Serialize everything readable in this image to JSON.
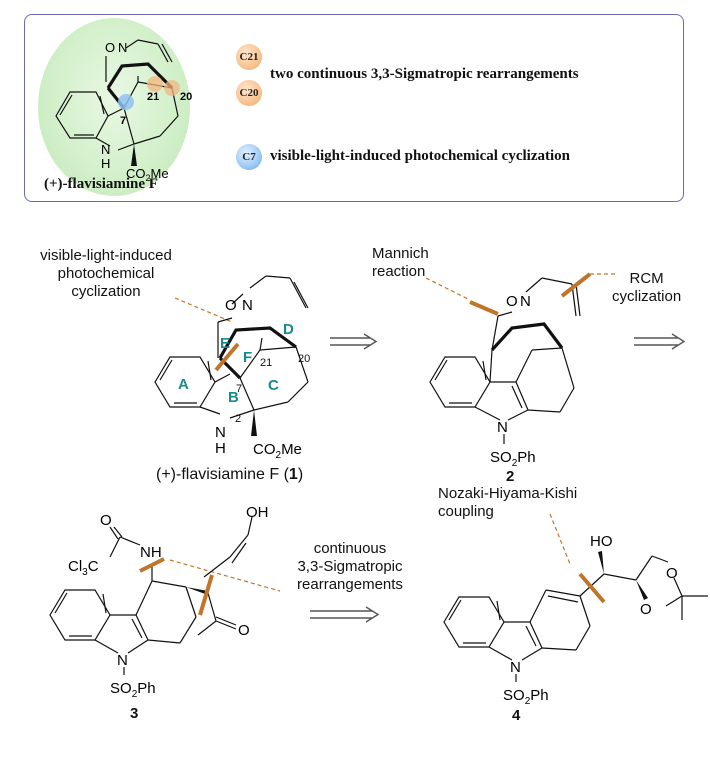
{
  "summary_panel": {
    "molecule_name": "(+)-flavisiamine F",
    "atom_labels": {
      "c7": "7",
      "c21": "21",
      "c20": "20"
    },
    "structure_labels": {
      "carbonyl_o": "O",
      "amine_n": "N",
      "nh_n": "N",
      "nh_h": "H",
      "ester": "CO2Me"
    },
    "highlights": [
      {
        "badge": "C21",
        "color": "#f3b580",
        "group": "sigmatropic"
      },
      {
        "badge": "C20",
        "color": "#f3b580",
        "group": "sigmatropic"
      },
      {
        "badge": "C7",
        "color": "#8fc2f2",
        "group": "photochemical"
      }
    ],
    "descriptions": {
      "sigmatropic": "two continuous 3,3-Sigmatropic rearrangements",
      "photochemical": "visible-light-induced photochemical cyclization"
    },
    "colors": {
      "border": "#6b6bb0",
      "halo": "#cfeec6",
      "orange": "#f3b580",
      "blue": "#8fc2f2"
    }
  },
  "scheme": {
    "compound_1": {
      "name_prefix": "(+)-flavisiamine F (",
      "number": "1",
      "name_suffix": ")",
      "annotation": [
        "visible-light-induced",
        "photochemical",
        "cyclization"
      ],
      "ring_labels": [
        "A",
        "B",
        "C",
        "D",
        "E",
        "F"
      ],
      "atom_labels": {
        "c2": "2",
        "c7": "7",
        "c20": "20",
        "c21": "21"
      },
      "ring_label_color": "#1a8a8a"
    },
    "compound_2": {
      "number": "2",
      "annotation_left": [
        "Mannich",
        "reaction"
      ],
      "annotation_right": [
        "RCM",
        "cyclization"
      ],
      "protecting_group": "SO2Ph"
    },
    "compound_3": {
      "number": "3",
      "annotation": [
        "continuous",
        "3,3-Sigmatropic",
        "rearrangements"
      ],
      "groups": {
        "cl3c": "Cl3C",
        "nh": "NH",
        "oh": "OH",
        "o": "O",
        "ketone_o": "O",
        "pg": "SO2Ph"
      }
    },
    "compound_4": {
      "number": "4",
      "annotation": [
        "Nozaki-Hiyama-Kishi",
        "coupling"
      ],
      "groups": {
        "ho": "HO",
        "o1": "O",
        "o2": "O",
        "pg": "SO2Ph"
      }
    },
    "arrows": [
      "retrosynthetic",
      "retrosynthetic",
      "retrosynthetic"
    ],
    "colors": {
      "disconnection": "#c0762a",
      "bond": "#111111"
    }
  }
}
